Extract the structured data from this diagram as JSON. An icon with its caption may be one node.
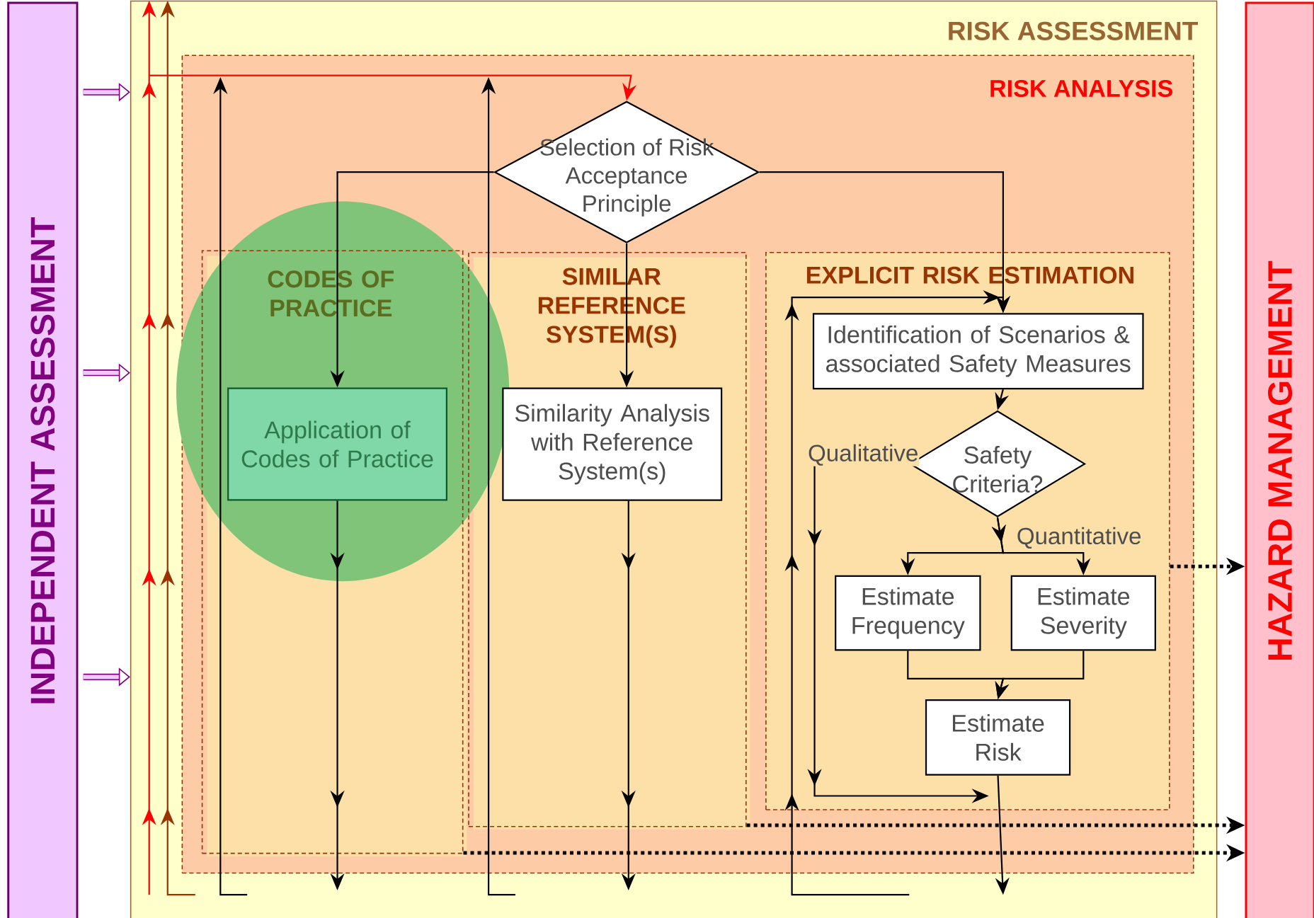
{
  "diagram": {
    "nodes": [
      {
        "text": [
          "INDEPENDENT ASSESSMENT"
        ]
      },
      {
        "text": [
          "RISK ASSESSMENT"
        ]
      },
      {
        "text": [
          "RISK ANALYSIS"
        ],
        "in": 1
      },
      {
        "text": [
          "Selection of Risk Acceptance Principle"
        ],
        "in": 2
      },
      {
        "text": [
          "CODES OF PRACTICE"
        ],
        "in": 2
      },
      {
        "text": [
          "Application of Codes of Practice"
        ],
        "in": 4
      },
      {
        "text": [
          "SIMILAR REFERENCE SYSTEM(S)"
        ],
        "in": 2
      },
      {
        "text": [
          "Similarity Analysis with Reference System(s)"
        ],
        "in": 6
      },
      {
        "text": [
          "EXPLICIT RISK ESTIMATION"
        ],
        "in": 2
      },
      {
        "text": [
          "Identification of Scenarios & associated Safety Measures"
        ],
        "in": 8
      },
      {
        "text": [
          "Safety Criteria?"
        ],
        "in": 8
      },
      {
        "text": [
          "Estimate Frequency"
        ],
        "in": 8
      },
      {
        "text": [
          "Estimate Severity"
        ],
        "in": 8
      },
      {
        "text": [
          "Estimate Risk"
        ],
        "in": 8
      },
      {
        "text": [
          "HAZARD MANAGEMENT"
        ]
      }
    ],
    "edges": [
      {
        "from": 0,
        "to": 1,
        "arrow": "to",
        "style": "thick",
        "color": "#800080"
      },
      {
        "from": 0,
        "to": 1,
        "arrow": "to",
        "style": "thick",
        "color": "#800080"
      },
      {
        "from": 0,
        "to": 1,
        "arrow": "to",
        "style": "thick",
        "color": "#800080"
      },
      {
        "from": null,
        "to": 3,
        "arrow": "to",
        "color": "#ff0000"
      },
      {
        "from": 3,
        "to": 5,
        "arrow": "to"
      },
      {
        "from": 3,
        "to": 7,
        "arrow": "to"
      },
      {
        "from": 3,
        "to": 9,
        "arrow": "to"
      },
      {
        "from": 9,
        "to": 10,
        "arrow": "to"
      },
      {
        "from": 10,
        "to": 11,
        "arrow": "to",
        "label": "Quantitative"
      },
      {
        "from": 10,
        "to": 12,
        "arrow": "to"
      },
      {
        "from": 11,
        "to": 13,
        "arrow": "to"
      },
      {
        "from": 12,
        "to": 13,
        "arrow": "to"
      },
      {
        "from": 13,
        "to": null,
        "arrow": "to"
      },
      {
        "from": 10,
        "to": null,
        "arrow": "to",
        "label": "Qualitative"
      },
      {
        "from": null,
        "to": 9,
        "arrow": "to"
      },
      {
        "from": 5,
        "to": null,
        "arrow": "to"
      },
      {
        "from": 7,
        "to": null,
        "arrow": "to"
      },
      {
        "from": 8,
        "to": 14,
        "arrow": "to",
        "style": "dashed"
      },
      {
        "from": 6,
        "to": 14,
        "arrow": "to",
        "style": "dashed"
      },
      {
        "from": 4,
        "to": 14,
        "arrow": "to",
        "style": "dashed"
      },
      {
        "from": null,
        "to": 1,
        "arrow": "to",
        "color": "#ff0000"
      },
      {
        "from": null,
        "to": 1,
        "arrow": "to",
        "color": "#993300"
      }
    ]
  }
}
